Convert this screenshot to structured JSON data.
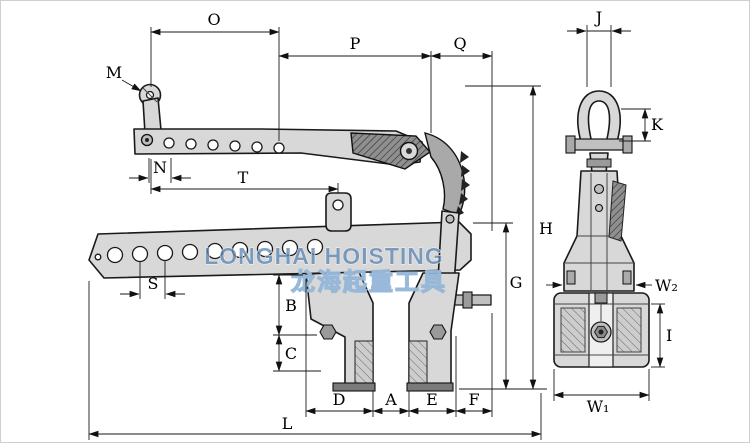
{
  "diagram": {
    "watermark": {
      "latin": "LONGHAI HOISTING",
      "cjk": "龙海起重工具",
      "latin_color": "#5f87b0",
      "cjk_color": "#8fb3d6"
    },
    "labels": {
      "O": "O",
      "P": "P",
      "Q": "Q",
      "M": "M",
      "N": "N",
      "T": "T",
      "S": "S",
      "B": "B",
      "C": "C",
      "D": "D",
      "A": "A",
      "E": "E",
      "F": "F",
      "L": "L",
      "G": "G",
      "H": "H",
      "J": "J",
      "K": "K",
      "I": "I",
      "W2": "W₂",
      "W1": "W₁"
    }
  }
}
